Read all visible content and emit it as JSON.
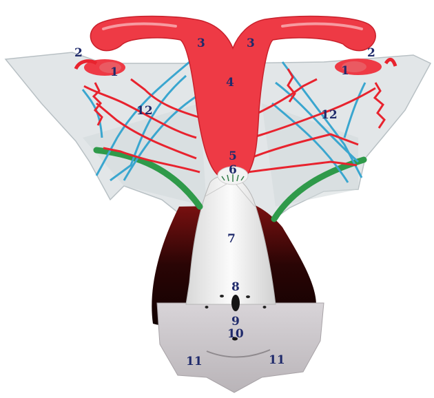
{
  "colors": {
    "uterus_red": "#ee3a45",
    "artery_red": "#e8232e",
    "vein_blue": "#3aa6cf",
    "ligament_green": "#2f9a4a",
    "membrane_gray": "#dfe4e6",
    "vagina_white": "#f4f4f4",
    "tissue_dark": "#2a0a0a",
    "vulva_gray": "#c9c6c9",
    "label_navy": "#1f2a6b"
  },
  "labels": {
    "ovary_left": "1",
    "ovary_right": "1",
    "tube_end_left": "2",
    "tube_end_right": "2",
    "horn_left": "3",
    "horn_right": "3",
    "uterine_body": "4",
    "cervix": "5",
    "cervical_os": "6",
    "vagina": "7",
    "urethral_opening": "8",
    "vaginal_orifice": "9",
    "clitoris": "10",
    "vulva_left": "11",
    "vulva_right": "11",
    "broad_ligament_left": "12",
    "broad_ligament_right": "12"
  }
}
